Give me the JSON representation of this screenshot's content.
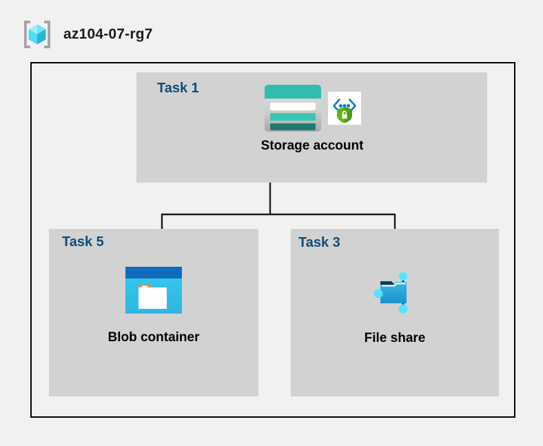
{
  "header": {
    "title": "az104-07-rg7",
    "icon": "resource-group-icon"
  },
  "diagram": {
    "panels": [
      {
        "id": "task1",
        "task_label": "Task 1",
        "node_caption": "Storage account",
        "icons": [
          "storage-account-icon",
          "secure-endpoint-shield-icon"
        ]
      },
      {
        "id": "task5",
        "task_label": "Task 5",
        "node_caption": "Blob container",
        "icons": [
          "blob-container-icon"
        ]
      },
      {
        "id": "task3",
        "task_label": "Task 3",
        "node_caption": "File share",
        "icons": [
          "file-share-icon"
        ]
      }
    ],
    "connections": [
      {
        "from": "Storage account",
        "to": "Blob container"
      },
      {
        "from": "Storage account",
        "to": "File share"
      }
    ]
  },
  "colors": {
    "canvas_background": "#f1f1f1",
    "panel_background": "#d2d2d2",
    "boundary_border": "#000000",
    "task_label": "#0f4c78",
    "node_caption": "#000000",
    "connector_line": "#1a1a1a",
    "resource_group_cube": "#50e6ff",
    "resource_group_bracket": "#a3a3a3",
    "storage_teal": "#32bcad",
    "storage_teal_dark": "#1f7a6f",
    "shield_green": "#5cb615",
    "bracket_blue": "#0078d4",
    "blob_titlebar_blue": "#0f6cbd",
    "blob_body_cyan": "#32c8f0",
    "blob_tab_orange": "#f7882f",
    "fileshare_blue": "#2aa3d8",
    "fileshare_node_cyan": "#50e6ff"
  }
}
